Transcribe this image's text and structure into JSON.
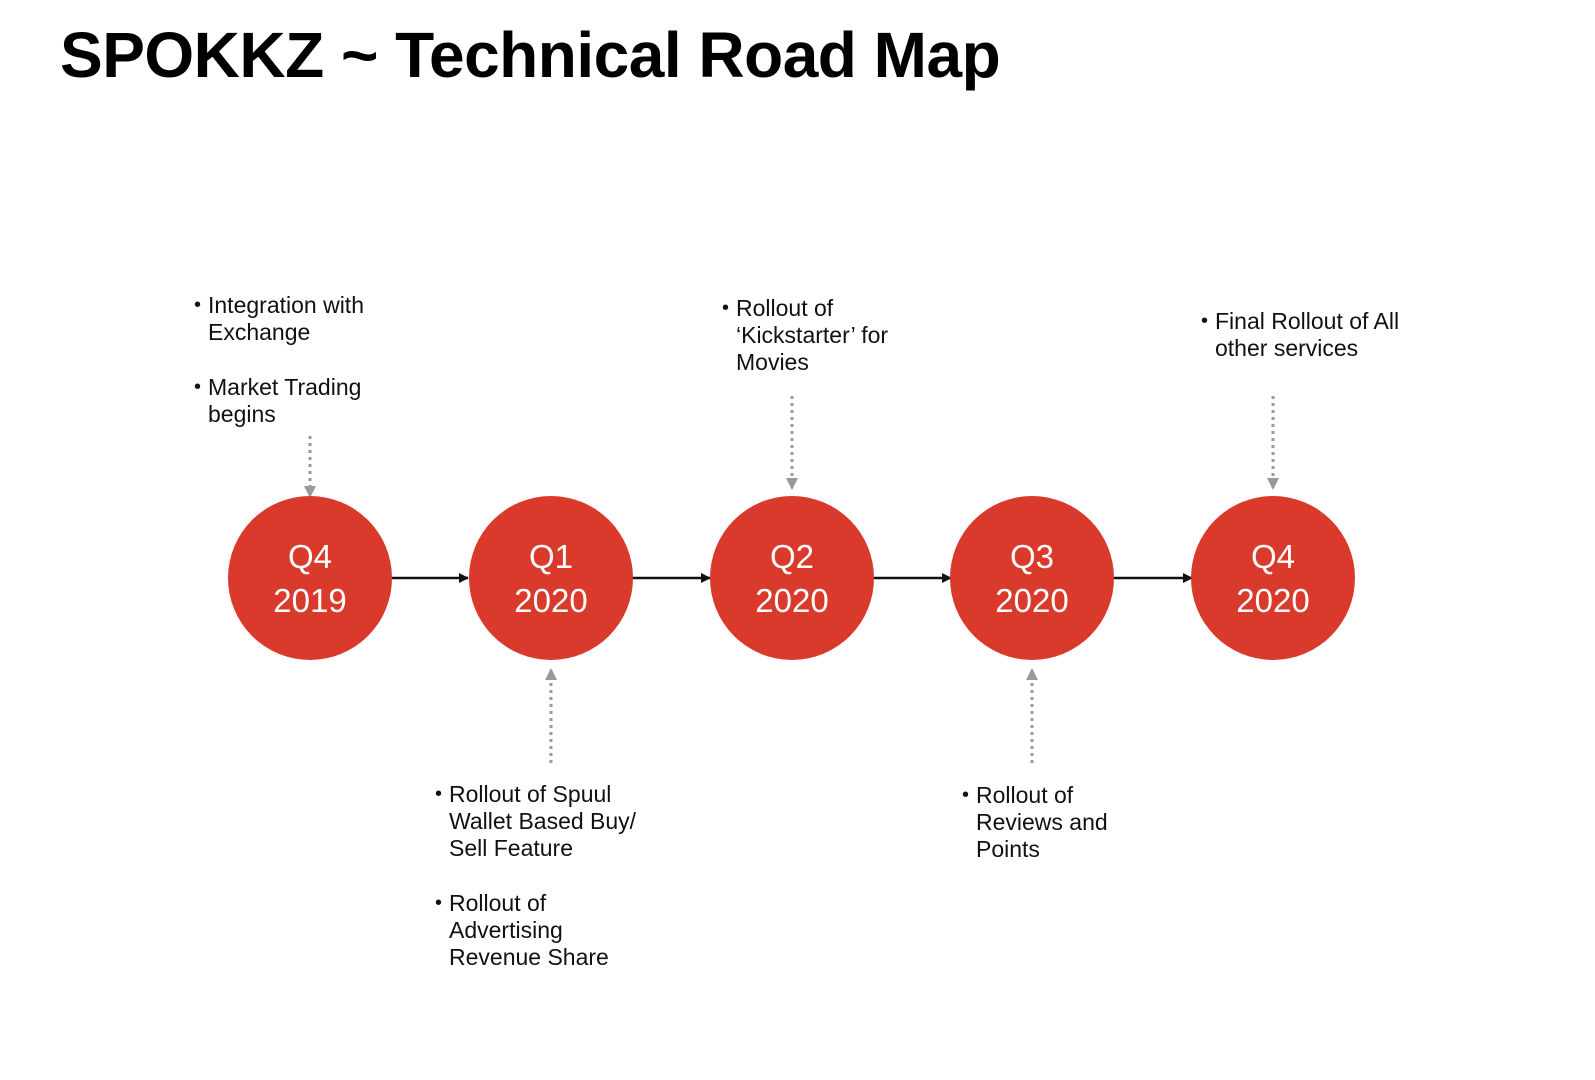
{
  "title": "SPOKKZ ~ Technical Road Map",
  "colors": {
    "milestone_fill": "#d93a2b",
    "connector": "#111111",
    "pointer": "#999999"
  },
  "milestones": [
    {
      "quarter": "Q4",
      "year": "2019"
    },
    {
      "quarter": "Q1",
      "year": "2020"
    },
    {
      "quarter": "Q2",
      "year": "2020"
    },
    {
      "quarter": "Q3",
      "year": "2020"
    },
    {
      "quarter": "Q4",
      "year": "2020"
    }
  ],
  "notes": [
    {
      "milestone": "Q4 2019",
      "position": "above",
      "items": [
        "Integration with Exchange",
        "Market Trading begins"
      ]
    },
    {
      "milestone": "Q1 2020",
      "position": "below",
      "items": [
        "Rollout of Spuul Wallet Based Buy/ Sell Feature",
        "Rollout of Advertising Revenue Share"
      ]
    },
    {
      "milestone": "Q2 2020",
      "position": "above",
      "items": [
        "Rollout of ‘Kickstarter’ for Movies"
      ]
    },
    {
      "milestone": "Q3 2020",
      "position": "below",
      "items": [
        "Rollout of Reviews and Points"
      ]
    },
    {
      "milestone": "Q4 2020",
      "position": "above",
      "items": [
        "Final Rollout of All other services"
      ]
    }
  ]
}
